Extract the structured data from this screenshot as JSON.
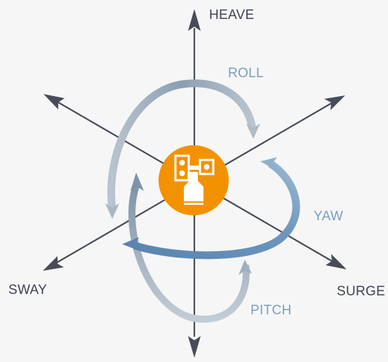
{
  "axes": {
    "heave": "HEAVE",
    "sway": "SWAY",
    "surge": "SURGE"
  },
  "rotations": {
    "roll": "ROLL",
    "yaw": "YAW",
    "pitch": "PITCH"
  },
  "colors": {
    "background": "#f6f6f6",
    "axis": "#474c58",
    "badge": "#f39200",
    "icon": "#ffffff",
    "rotation_label": "#7b9dbf",
    "roll_arrow": "#8ea3b8",
    "yaw_arrow": "#5f89b0",
    "pitch_arrow": "#9aaab9"
  },
  "icons": {
    "center": "robot-vehicle-icon"
  }
}
